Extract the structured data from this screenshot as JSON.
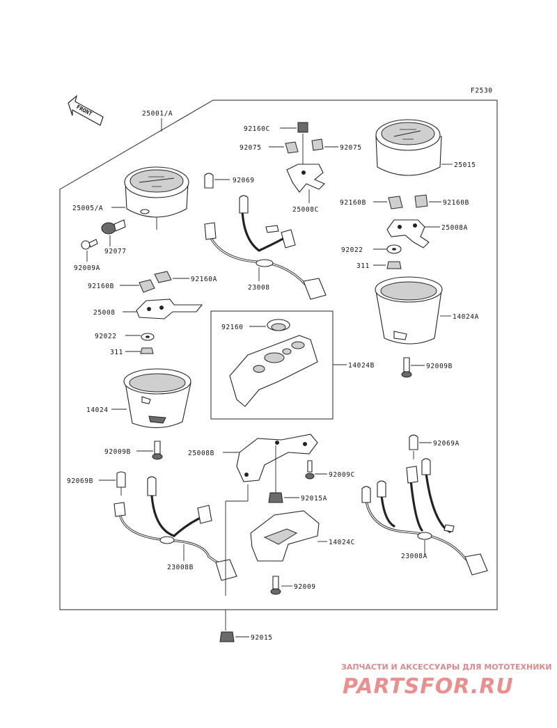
{
  "figure_code": "F2530",
  "front_arrow": "FRONT",
  "labels": {
    "p25001A": "25001/A",
    "p25005A": "25005/A",
    "p92077": "92077",
    "p92009A": "92009A",
    "p92160B_l": "92160B",
    "p92160A": "92160A",
    "p25008": "25008",
    "p92022_l": "92022",
    "p311_l": "311",
    "p14024": "14024",
    "p92009B_l": "92009B",
    "p92069B": "92069B",
    "p23008B": "23008B",
    "p92160C": "92160C",
    "p92075_l": "92075",
    "p92075_r": "92075",
    "p25008C": "25008C",
    "p92069": "92069",
    "p23008": "23008",
    "p92160": "92160",
    "p14024B": "14024B",
    "p25008B": "25008B",
    "p92009C": "92009C",
    "p92015A": "92015A",
    "p14024C": "14024C",
    "p92009": "92009",
    "p92015": "92015",
    "p25015": "25015",
    "p92160B_r1": "92160B",
    "p92160B_r2": "92160B",
    "p25008A": "25008A",
    "p92022_r": "92022",
    "p311_r": "311",
    "p14024A": "14024A",
    "p92009B_r": "92009B",
    "p92069A": "92069A",
    "p23008A": "23008A"
  },
  "watermark": {
    "line1": "ЗАПЧАСТИ И АКСЕССУАРЫ ДЛЯ МОТОТЕХНИКИ",
    "line2": "PARTSFOR.RU"
  },
  "colors": {
    "line": "#222222",
    "watermark": "#e98f8f"
  }
}
